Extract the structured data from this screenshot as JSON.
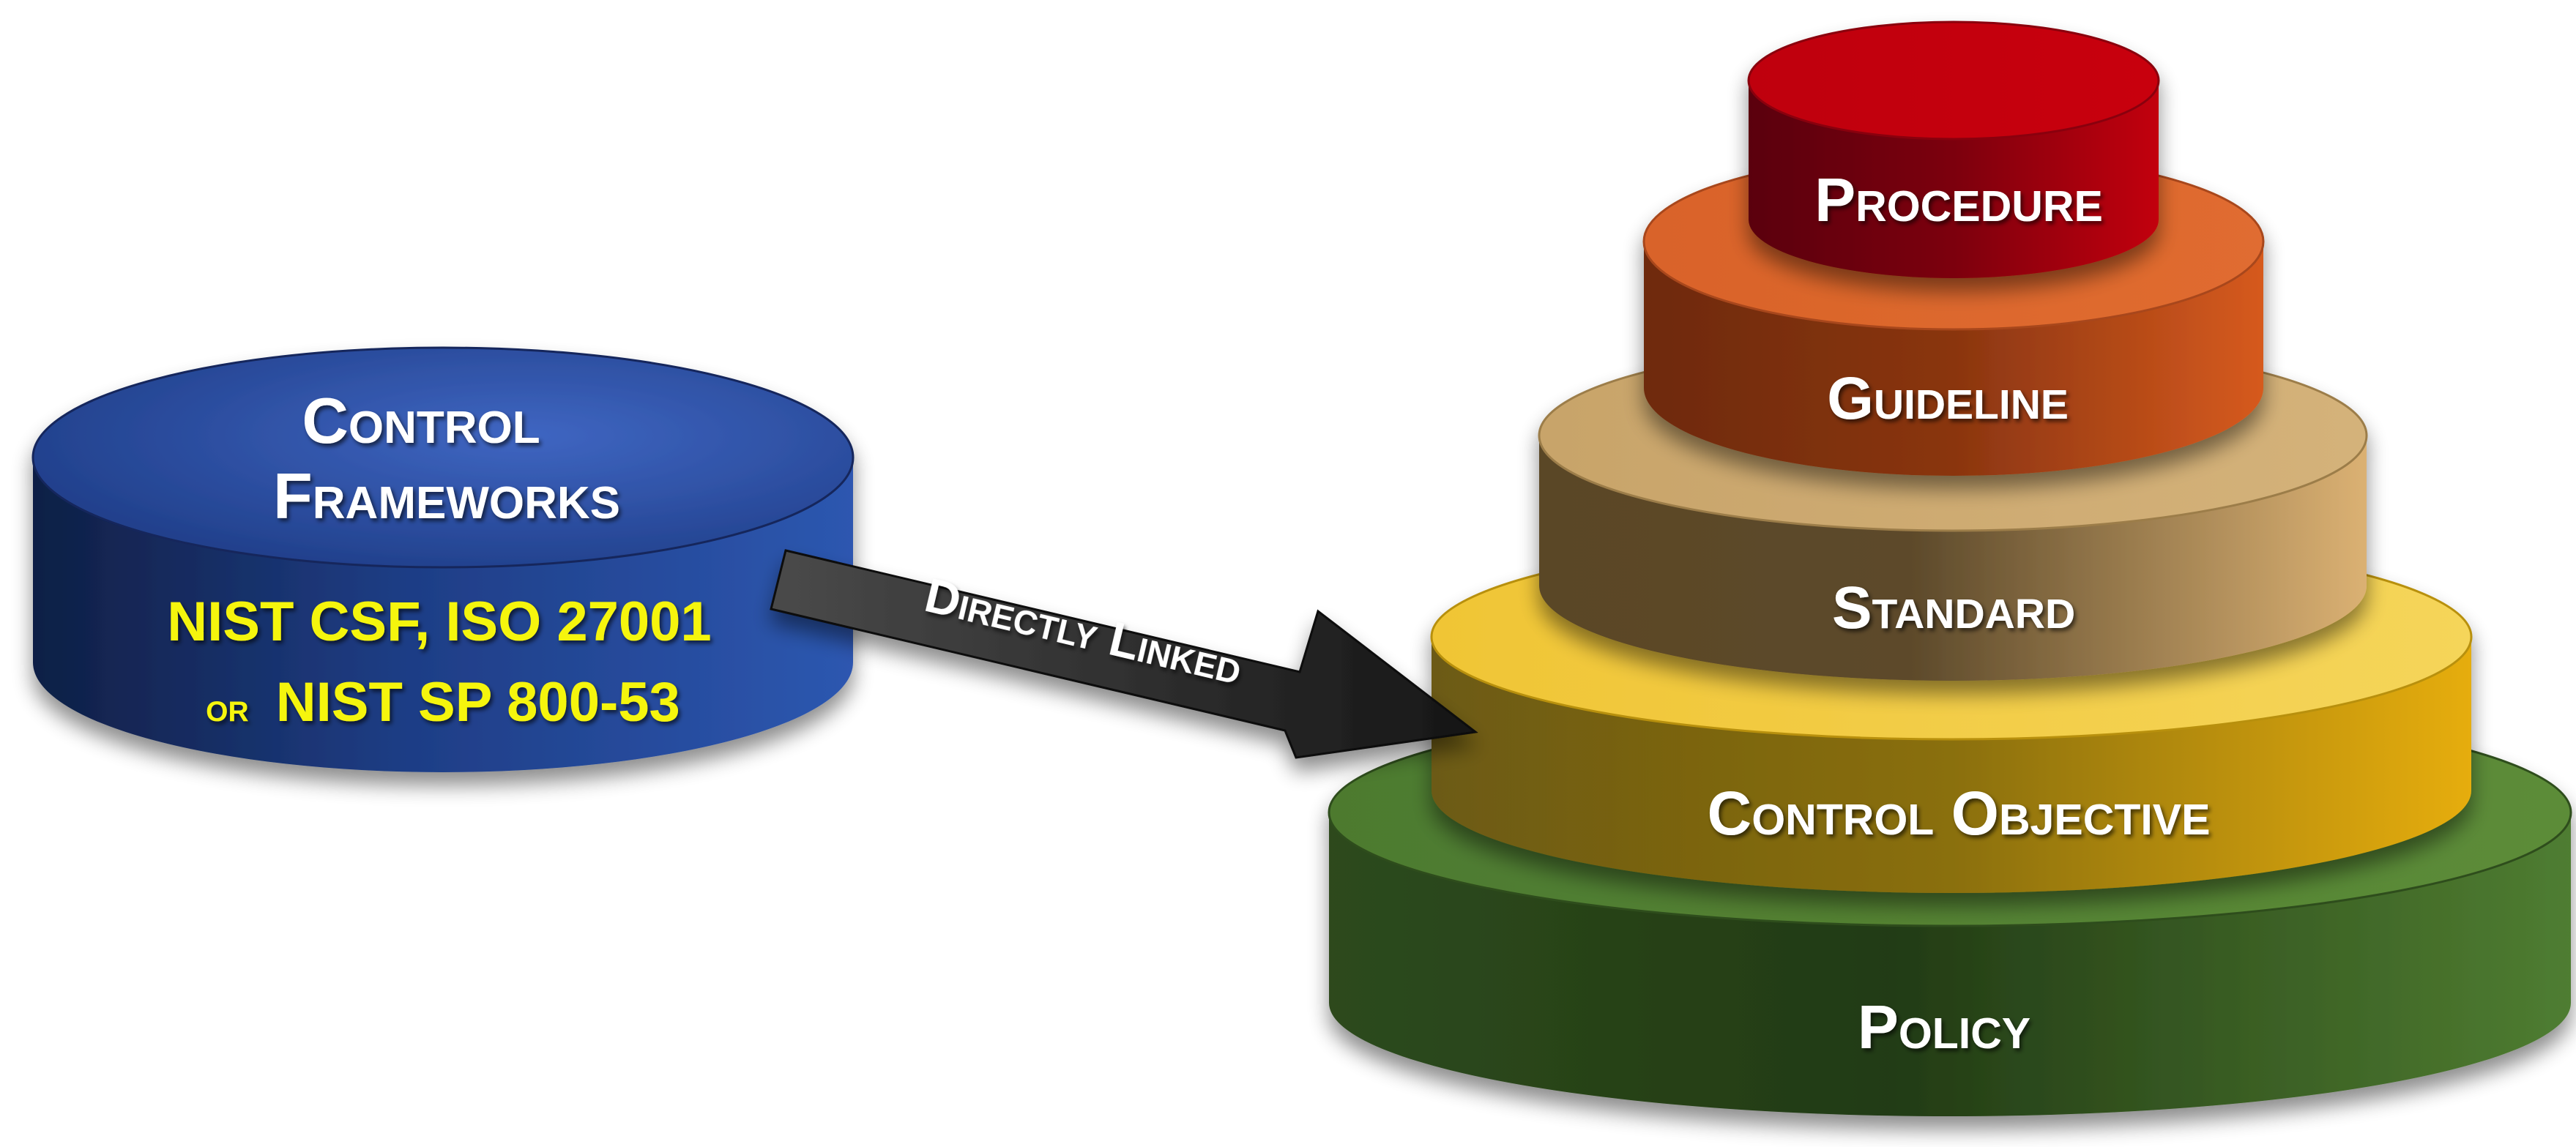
{
  "framework": {
    "title_line1": "Control",
    "title_line2": "Frameworks",
    "frameworks_line1": "NIST CSF, ISO 27001",
    "frameworks_line2_prefix": "or",
    "frameworks_line2": "NIST SP 800-53"
  },
  "connector": {
    "label": "Directly Linked"
  },
  "hierarchy": {
    "tiers": [
      {
        "label": "Procedure",
        "color": "#b5000a"
      },
      {
        "label": "Guideline",
        "color": "#d9622a"
      },
      {
        "label": "Standard",
        "color": "#c4a26a"
      },
      {
        "label": "Control Objective",
        "color": "#e8b914"
      },
      {
        "label": "Policy",
        "color": "#4c7a30"
      }
    ]
  }
}
